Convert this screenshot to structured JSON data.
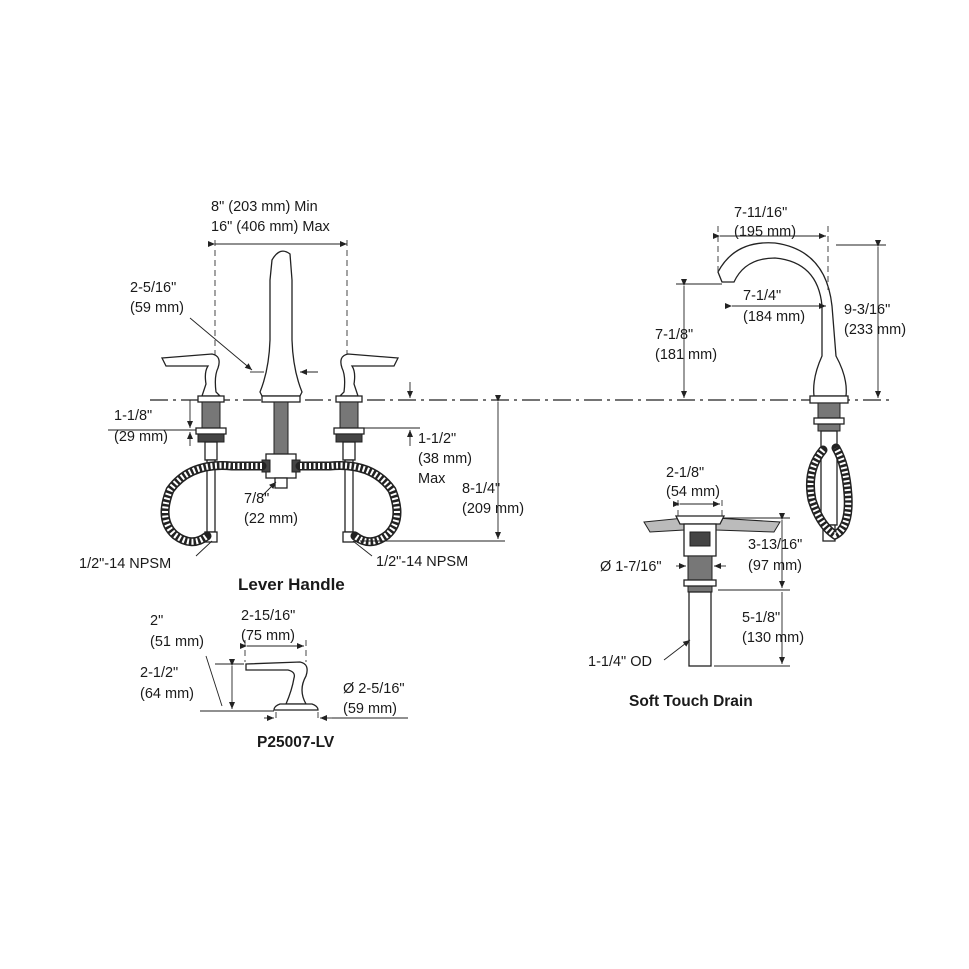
{
  "faucet": {
    "title": "Lever Handle",
    "spread_min": "8\" (203 mm) Min",
    "spread_max": "16\" (406 mm) Max",
    "spout_dia_in": "2-5/16\"",
    "spout_dia_mm": "(59 mm)",
    "shank_in": "1-1/8\"",
    "shank_mm": "(29 mm)",
    "tee_in": "7/8\"",
    "tee_mm": "(22 mm)",
    "max_deck_in": "1-1/2\"",
    "max_deck_mm": "(38 mm)",
    "max_deck_note": "Max",
    "below_deck_in": "8-1/4\"",
    "below_deck_mm": "(209 mm)",
    "conn_left": "1/2\"-14 NPSM",
    "conn_right": "1/2\"-14 NPSM"
  },
  "spout_side": {
    "reach_in": "7-11/16\"",
    "reach_mm": "(195 mm)",
    "inner_in": "7-1/4\"",
    "inner_mm": "(184 mm)",
    "outlet_in": "7-1/8\"",
    "outlet_mm": "(181 mm)",
    "height_in": "9-3/16\"",
    "height_mm": "(233 mm)"
  },
  "handle": {
    "title": "P25007-LV",
    "length_in": "2-15/16\"",
    "length_mm": "(75 mm)",
    "lever_in": "2\"",
    "lever_mm": "(51 mm)",
    "height_in": "2-1/2\"",
    "height_mm": "(64 mm)",
    "base_in": "Ø 2-5/16\"",
    "base_mm": "(59 mm)"
  },
  "drain": {
    "title": "Soft Touch Drain",
    "flange_in": "2-1/8\"",
    "flange_mm": "(54 mm)",
    "body_in": "Ø 1-7/16\"",
    "depth_in": "3-13/16\"",
    "depth_mm": "(97 mm)",
    "tail_in": "5-1/8\"",
    "tail_mm": "(130 mm)",
    "tail_od": "1-1/4\" OD"
  }
}
